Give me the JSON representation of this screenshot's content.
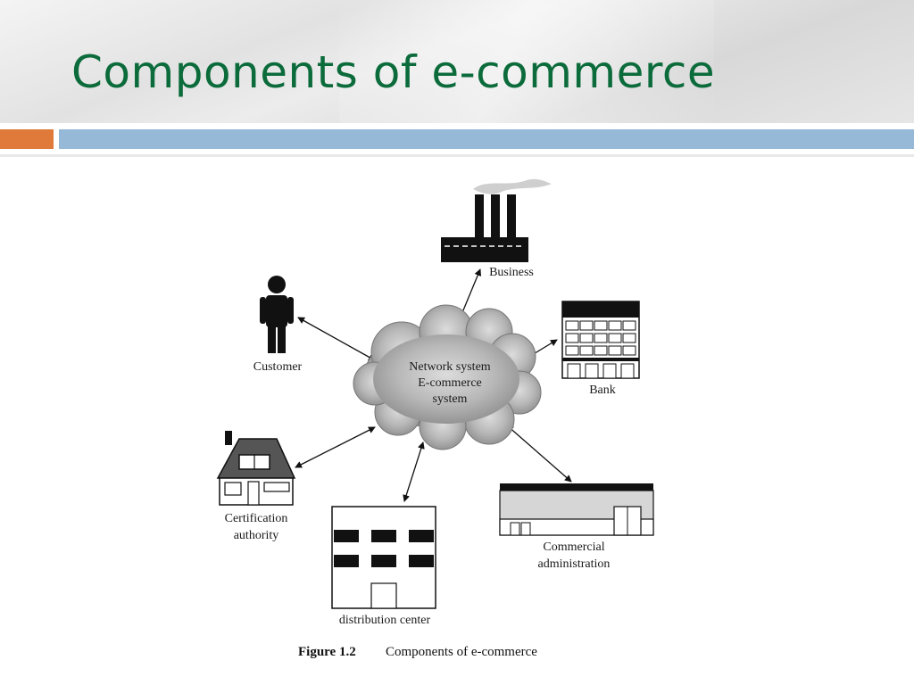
{
  "slide": {
    "title": "Components of e-commerce"
  },
  "diagram": {
    "center_lines": [
      "Network system",
      "E-commerce",
      "system"
    ],
    "nodes": {
      "business": "Business",
      "customer": "Customer",
      "bank": "Bank",
      "certification_line1": "Certification",
      "certification_line2": "authority",
      "distribution": "distribution center",
      "commercial_line1": "Commercial",
      "commercial_line2": "administration"
    },
    "caption_number": "Figure 1.2",
    "caption_text": "Components of e-commerce"
  }
}
